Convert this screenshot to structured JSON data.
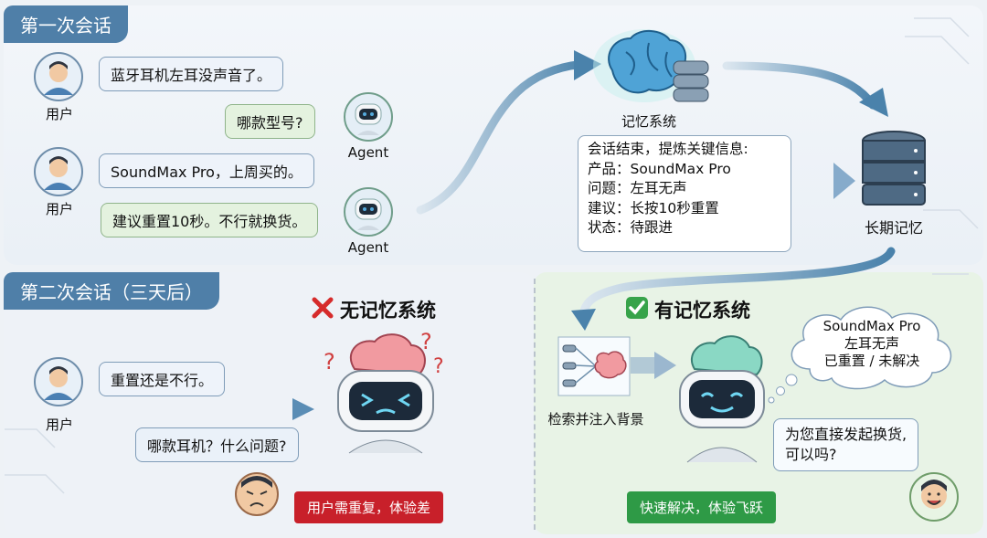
{
  "session1": {
    "tag": "第一次会话",
    "user_label": "用户",
    "agent_label": "Agent",
    "msg1": "蓝牙耳机左耳没声音了。",
    "msg2": "哪款型号?",
    "msg3": "SoundMax Pro，上周买的。",
    "msg4": "建议重置10秒。不行就换货。"
  },
  "memory": {
    "system_label": "记忆系统",
    "longterm_label": "长期记忆",
    "summary_lines": [
      "会话结束，提炼关键信息:",
      "产品：SoundMax Pro",
      "问题：左耳无声",
      "建议：长按10秒重置",
      "状态：待跟进"
    ]
  },
  "session2": {
    "tag": "第二次会话（三天后）",
    "user_label": "用户",
    "user_msg": "重置还是不行。",
    "no_mem_title": "无记忆系统",
    "no_mem_reply": "哪款耳机？什么问题?",
    "no_mem_badge": "用户需重复，体验差",
    "mem_title": "有记忆系统",
    "retrieve_label": "检索并注入背景",
    "thought_lines": [
      "SoundMax Pro",
      "左耳无声",
      "已重置 / 未解决"
    ],
    "mem_reply_line1": "为您直接发起换货,",
    "mem_reply_line2": "可以吗?",
    "mem_badge": "快速解决，体验飞跃"
  },
  "colors": {
    "tag": "#4f7fa8",
    "bad": "#c8202a",
    "good": "#2e9a46",
    "bubble_border": "#7f9cb8"
  },
  "icons": [
    "user-avatar",
    "robot-icon",
    "brain-icon",
    "database-icon",
    "cross-mark-icon",
    "check-mark-icon"
  ]
}
